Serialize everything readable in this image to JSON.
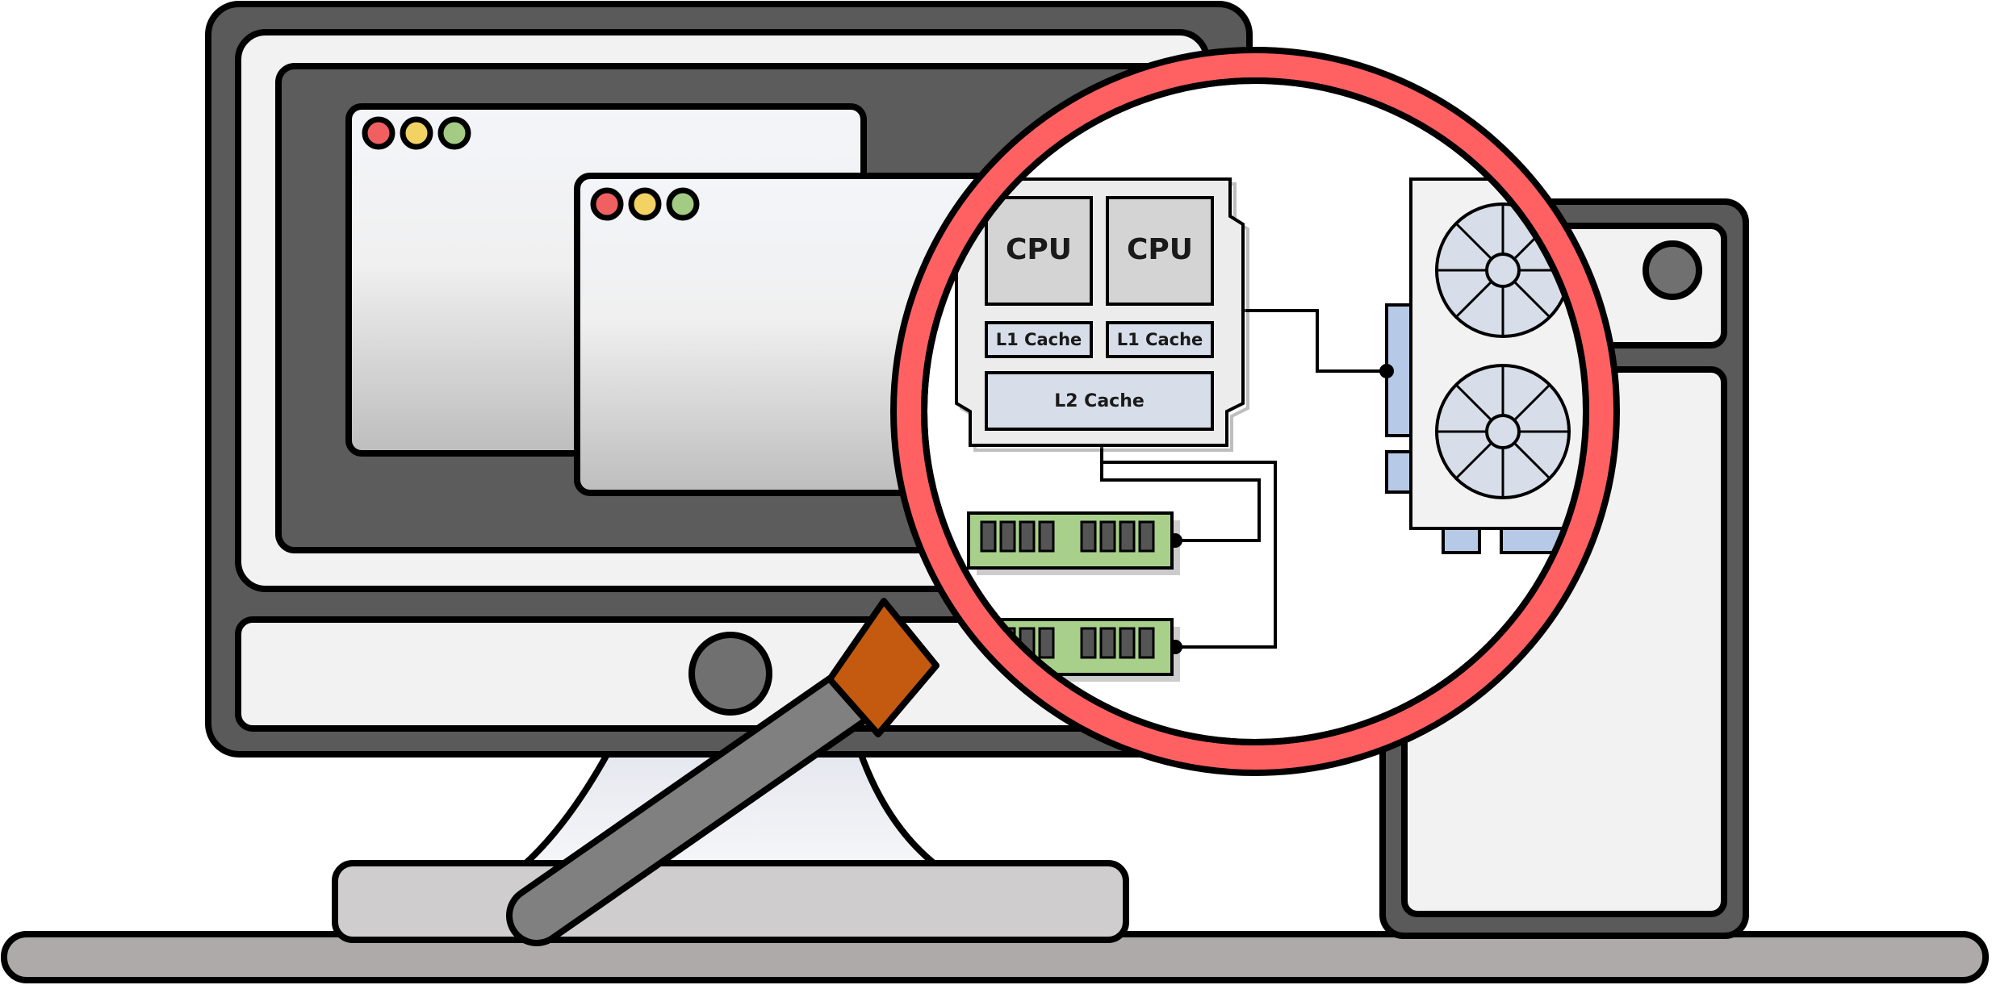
{
  "illustration": {
    "labels": {
      "cpu_left": "CPU",
      "cpu_right": "CPU",
      "l1_left": "L1 Cache",
      "l1_right": "L1 Cache",
      "l2": "L2 Cache"
    },
    "colors": {
      "outline": "#000000",
      "monitor_body": "#5a5a5a",
      "monitor_bezel": "#f2f2f2",
      "screen": "#5c5c5c",
      "window_light": "#f2f4f8",
      "window_shadow": "#bdbdbd",
      "dot_red": "#f16060",
      "dot_yellow": "#f3d264",
      "dot_green": "#a3cb83",
      "magnifier_ring": "#ff6163",
      "magnifier_handle": "#808080",
      "magnifier_collar": "#c45a10",
      "chip_gray": "#d4d4d4",
      "cache_blue": "#d7dee9",
      "ram_green": "#a8d08b",
      "gpu_blue": "#b6c9e6",
      "base_gray": "#cfcdcd",
      "floor_gray": "#aeaaaa"
    },
    "icons": [
      "desktop-monitor",
      "tower-case",
      "magnifying-glass",
      "cpu-chip",
      "ram-module",
      "graphics-card"
    ]
  }
}
